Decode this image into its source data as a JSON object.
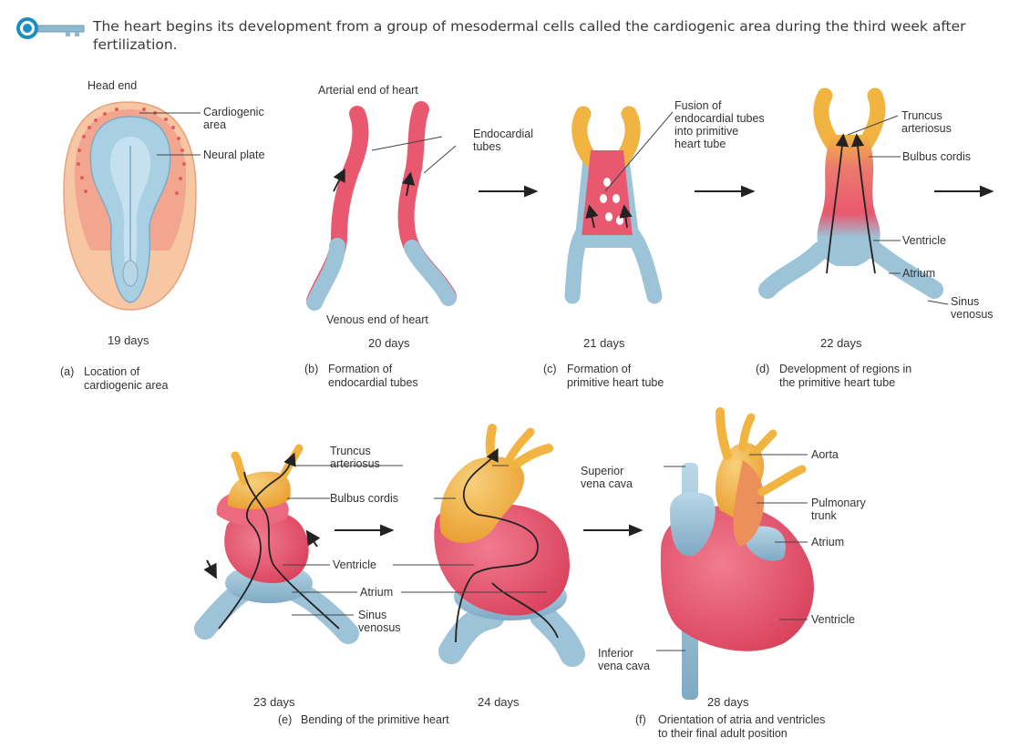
{
  "intro_text": "The heart begins its development from a group of mesodermal cells called the cardiogenic area during the third week after fertilization.",
  "panel_a": {
    "days": "19 days",
    "caption_letter": "(a)",
    "caption": "Location of\ncardiogenic area",
    "labels": {
      "head_end": "Head end",
      "cardiogenic_area": "Cardiogenic\narea",
      "neural_plate": "Neural plate"
    }
  },
  "panel_b": {
    "days": "20 days",
    "caption_letter": "(b)",
    "caption": "Formation of\nendocardial tubes",
    "labels": {
      "arterial_end": "Arterial end of heart",
      "endocardial_tubes": "Endocardial\ntubes",
      "venous_end": "Venous end of heart"
    }
  },
  "panel_c": {
    "days": "21 days",
    "caption_letter": "(c)",
    "caption": "Formation of\nprimitive heart tube",
    "labels": {
      "fusion": "Fusion of\nendocardial tubes\ninto primitive\nheart tube"
    }
  },
  "panel_d": {
    "days": "22 days",
    "caption_letter": "(d)",
    "caption": "Development of regions in\nthe primitive heart tube",
    "labels": {
      "truncus": "Truncus\narteriosus",
      "bulbus": "Bulbus cordis",
      "ventricle": "Ventricle",
      "atrium": "Atrium",
      "sinus": "Sinus\nvenosus"
    }
  },
  "panel_e": {
    "days_a": "23 days",
    "days_b": "24 days",
    "caption_letter": "(e)",
    "caption": "Bending of the primitive heart",
    "labels": {
      "truncus": "Truncus\narteriosus",
      "bulbus": "Bulbus cordis",
      "ventricle": "Ventricle",
      "atrium": "Atrium",
      "sinus": "Sinus\nvenosus"
    }
  },
  "panel_f": {
    "days": "28 days",
    "caption_letter": "(f)",
    "caption": "Orientation of atria and ventricles\nto their final adult position",
    "labels": {
      "svc": "Superior\nvena cava",
      "aorta": "Aorta",
      "pulmonary": "Pulmonary\ntrunk",
      "atrium": "Atrium",
      "ventricle": "Ventricle",
      "ivc": "Inferior\nvena cava"
    }
  },
  "colors": {
    "pink": "#e8596f",
    "blue": "#9cc3d8",
    "orange": "#f2b440",
    "embryo_blue": "#a9cfe3",
    "embryo_pink": "#f2a99a"
  }
}
